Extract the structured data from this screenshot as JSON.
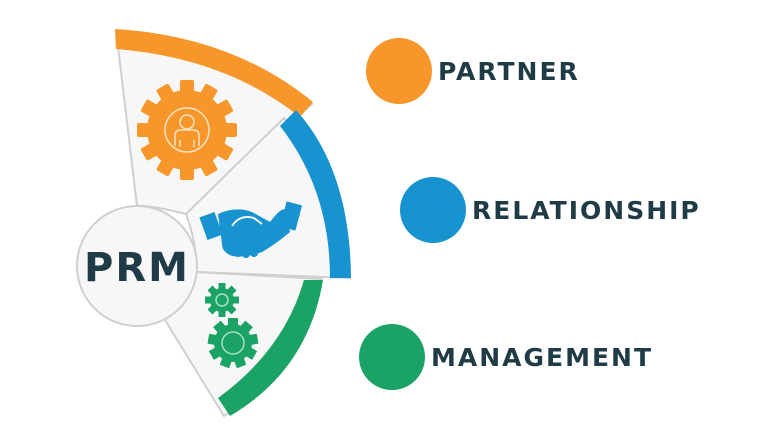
{
  "center": {
    "label": "PRM"
  },
  "colors": {
    "partner": "#f7962a",
    "relationship": "#1793cf",
    "management": "#1ba365",
    "text": "#1f3b45",
    "segment_fill": "#f7f7f7",
    "divider": "#cfcfcf"
  },
  "segments": [
    {
      "name": "partner",
      "icon": "gear-person-icon"
    },
    {
      "name": "relationship",
      "icon": "handshake-icon"
    },
    {
      "name": "management",
      "icon": "gears-icon"
    }
  ],
  "legend": [
    {
      "label": "PARTNER",
      "color": "#f7962a"
    },
    {
      "label": "RELATIONSHIP",
      "color": "#1793cf"
    },
    {
      "label": "MANAGEMENT",
      "color": "#1ba365"
    }
  ]
}
